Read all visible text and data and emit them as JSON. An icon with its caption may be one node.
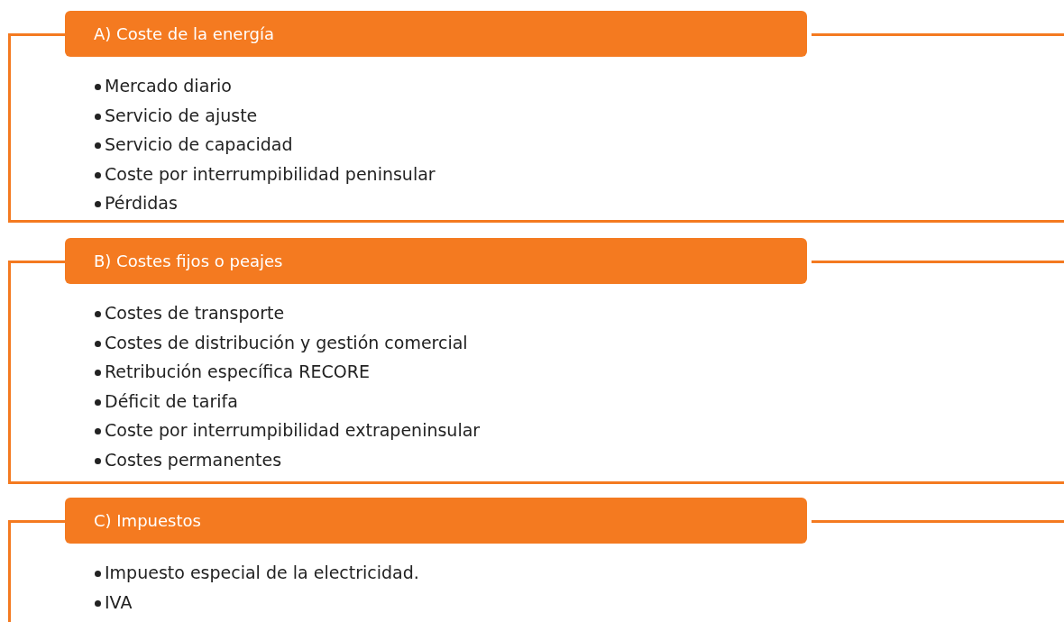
{
  "diagram": {
    "nodes": [
      {
        "text": [
          "A) Coste de la energía",
          "Mercado diario",
          "Servicio de ajuste",
          "Servicio de capacidad",
          "Coste por interrumpibilidad peninsular",
          "Pérdidas"
        ]
      },
      {
        "text": [
          "B) Costes fijos o peajes",
          "Costes de transporte",
          "Costes de distribución y gestión comercial",
          "Retribución específica RECORE",
          "Déficit de tarifa",
          "Coste por interrumpibilidad extrapeninsular",
          "Costes permanentes"
        ]
      },
      {
        "text": [
          "C) Impuestos",
          "Impuesto especial de la electricidad.",
          "IVA"
        ]
      }
    ]
  }
}
